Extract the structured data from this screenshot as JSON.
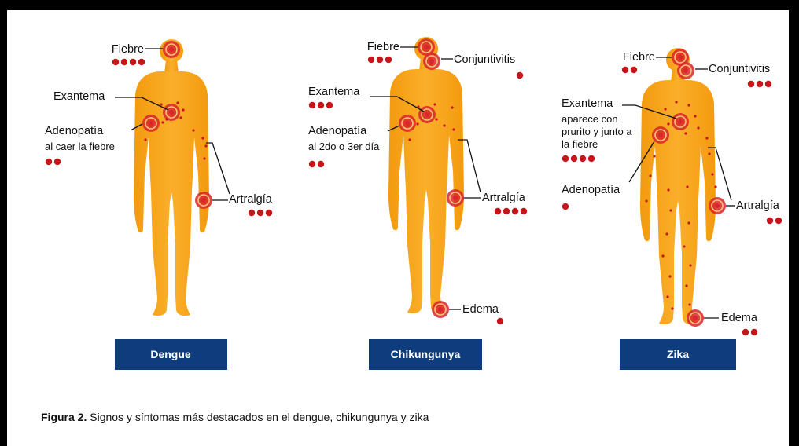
{
  "figure": {
    "panels": [
      {
        "name": "Dengue",
        "labels": {
          "fiebre": {
            "text": "Fiebre",
            "dots": 4
          },
          "exantema": {
            "text": "Exantema"
          },
          "adenopatia": {
            "text": "Adenopatía",
            "sub": [
              "al caer la fiebre"
            ],
            "dots": 2
          },
          "artralgia": {
            "text": "Artralgía",
            "dots": 3
          }
        }
      },
      {
        "name": "Chikungunya",
        "labels": {
          "fiebre": {
            "text": "Fiebre",
            "dots": 3
          },
          "conjuntivitis": {
            "text": "Conjuntivitis",
            "dots": 1
          },
          "exantema": {
            "text": "Exantema",
            "dots": 3
          },
          "adenopatia": {
            "text": "Adenopatía",
            "sub": [
              "al 2do o 3er día"
            ],
            "dots": 2
          },
          "artralgia": {
            "text": "Artralgía",
            "dots": 4
          },
          "edema": {
            "text": "Edema",
            "dots": 1
          }
        }
      },
      {
        "name": "Zika",
        "labels": {
          "fiebre": {
            "text": "Fiebre",
            "dots": 2
          },
          "conjuntivitis": {
            "text": "Conjuntivitis",
            "dots": 3
          },
          "exantema": {
            "text": "Exantema",
            "sub": [
              "aparece con",
              "prurito y junto a",
              "la fiebre"
            ],
            "dots": 4
          },
          "adenopatia": {
            "text": "Adenopatía",
            "dots": 1
          },
          "artralgia": {
            "text": "Artralgía",
            "dots": 2
          },
          "edema": {
            "text": "Edema",
            "dots": 2
          }
        }
      }
    ]
  },
  "caption": {
    "label": "Figura 2.",
    "text": " Signos y síntomas más destacados en el dengue, chikungunya y zika"
  },
  "colors": {
    "body": "#F7A012",
    "target": "#D9262B",
    "dot": "#C6161C",
    "banner": "#0E3C7C"
  }
}
